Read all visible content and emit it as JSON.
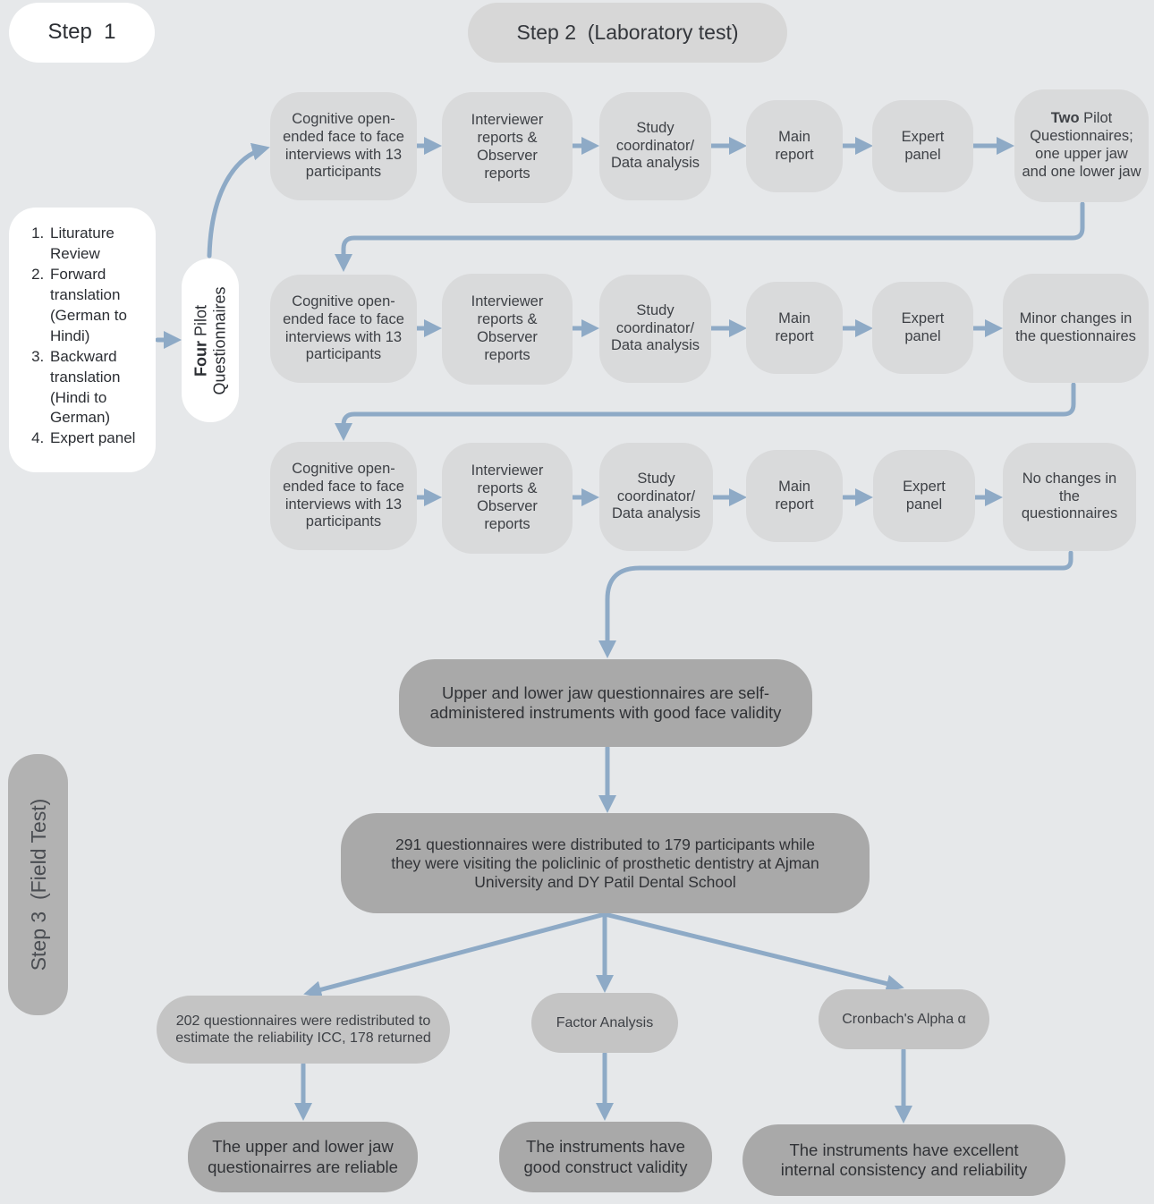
{
  "step1_label": "Step  1",
  "step2_label": "Step 2  (Laboratory test)",
  "step3_label": "Step 3  (Field Test)",
  "step1_items": [
    "Liturature Review",
    "Forward translation (German to Hindi)",
    "Backward translation (Hindi to German)",
    "Expert panel"
  ],
  "pilot": {
    "bold": "Four",
    "rest": "Pilot",
    "line2": "Questionnaires"
  },
  "rows": [
    {
      "interview": "Cognitive open-ended face to face interviews with 13 participants",
      "reports": "Interviewer reports & Observer reports",
      "coordinator": "Study coordinator/ Data analysis",
      "main": "Main report",
      "panel": "Expert panel",
      "outcome_bold": "Two",
      "outcome": "Pilot Questionnaires; one upper jaw and one lower jaw"
    },
    {
      "interview": "Cognitive open-ended face to face interviews with 13 participants",
      "reports": "Interviewer reports & Observer reports",
      "coordinator": "Study coordinator/ Data analysis",
      "main": "Main report",
      "panel": "Expert panel",
      "outcome": "Minor changes in the questionnaires"
    },
    {
      "interview": "Cognitive open-ended face to face interviews with 13 participants",
      "reports": "Interviewer reports & Observer reports",
      "coordinator": "Study coordinator/ Data analysis",
      "main": "Main report",
      "panel": "Expert panel",
      "outcome": "No changes in the questionnaires"
    }
  ],
  "validity": "Upper and lower jaw questionnaires are self-administered instruments with good face validity",
  "distribution": "291 questionnaires were distributed to 179 participants while they were visiting the policlinic of prosthetic dentistry at Ajman University and DY Patil Dental School",
  "branches": [
    {
      "method": "202 questionnaires were redistributed to estimate the reliability ICC, 178 returned",
      "result": "The upper and lower jaw questionairres are reliable"
    },
    {
      "method": "Factor Analysis",
      "result": "The instruments have good construct validity"
    },
    {
      "method": "Cronbach's Alpha α",
      "result": "The instruments have excellent internal consistency and reliability"
    }
  ],
  "colors": {
    "arrow": "#8eaac6",
    "background": "#e6e8ea"
  }
}
